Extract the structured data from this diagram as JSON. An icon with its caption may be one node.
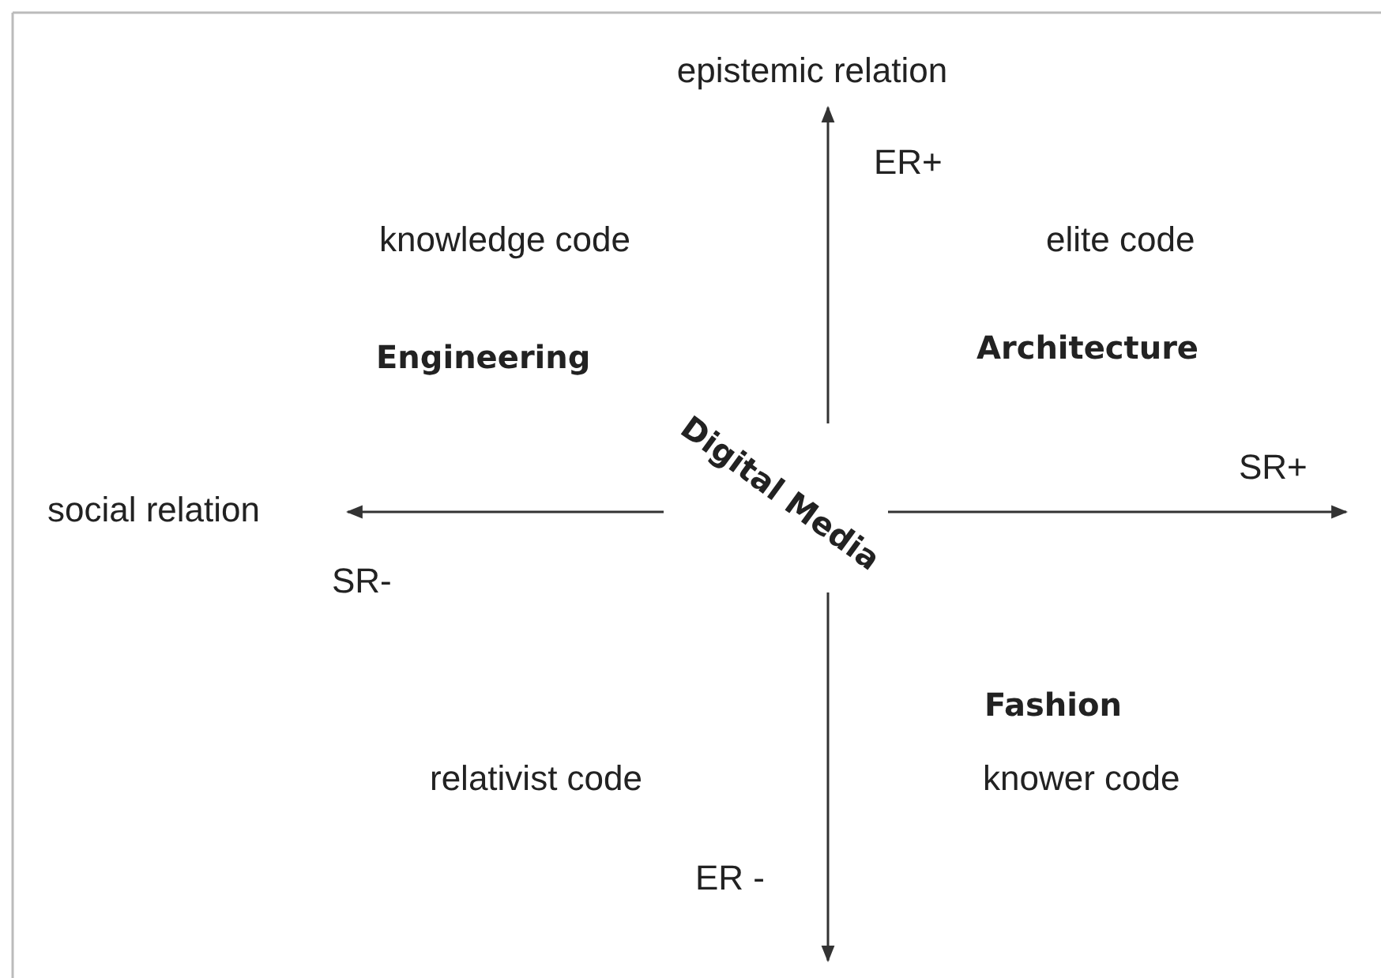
{
  "diagram": {
    "labels": [
      "epistemic relation",
      "ER+",
      "knowledge code",
      "elite code",
      "Engineering",
      "Architecture",
      "Digital Media",
      "SR+",
      "social relation",
      "SR-",
      "Fashion",
      "relativist code",
      "knower code",
      "ER -"
    ]
  }
}
